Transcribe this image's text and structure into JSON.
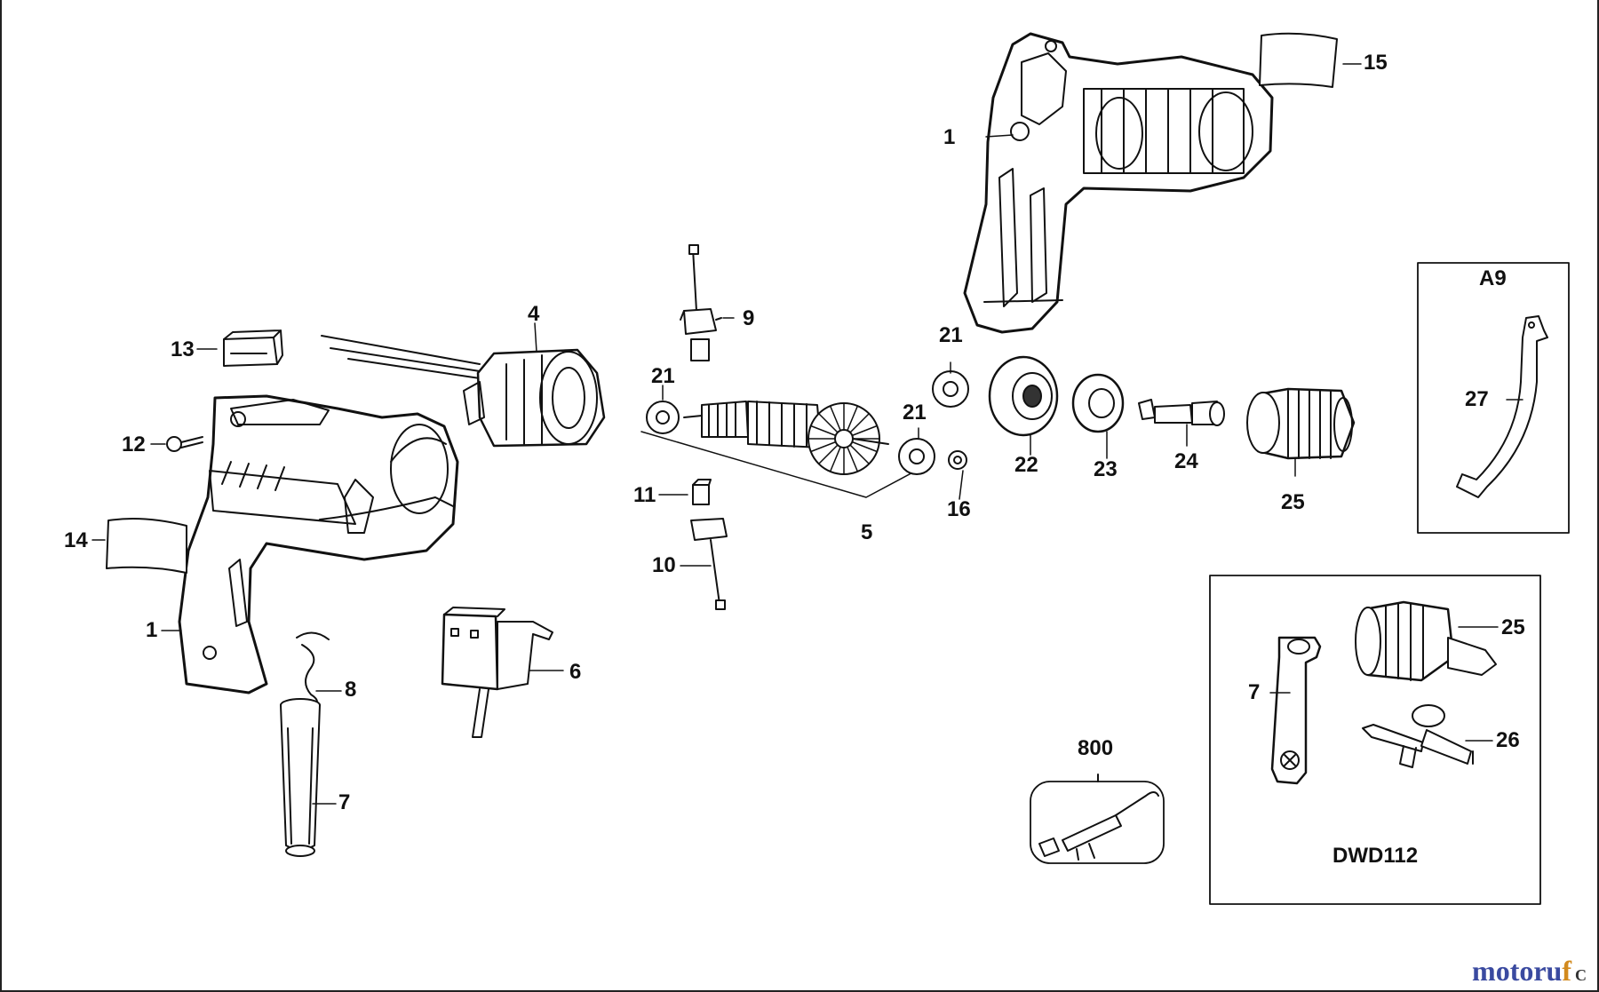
{
  "diagram": {
    "parts": [
      {
        "id": "p-1-right",
        "label": "1"
      },
      {
        "id": "p-15",
        "label": "15"
      },
      {
        "id": "p-4",
        "label": "4"
      },
      {
        "id": "p-9",
        "label": "9"
      },
      {
        "id": "p-13",
        "label": "13"
      },
      {
        "id": "p-21-a",
        "label": "21"
      },
      {
        "id": "p-21-b",
        "label": "21"
      },
      {
        "id": "p-21-c",
        "label": "21"
      },
      {
        "id": "p-12",
        "label": "12"
      },
      {
        "id": "p-14",
        "label": "14"
      },
      {
        "id": "p-1-left",
        "label": "1"
      },
      {
        "id": "p-11",
        "label": "11"
      },
      {
        "id": "p-10",
        "label": "10"
      },
      {
        "id": "p-5",
        "label": "5"
      },
      {
        "id": "p-16",
        "label": "16"
      },
      {
        "id": "p-22",
        "label": "22"
      },
      {
        "id": "p-23",
        "label": "23"
      },
      {
        "id": "p-24",
        "label": "24"
      },
      {
        "id": "p-25",
        "label": "25"
      },
      {
        "id": "p-8",
        "label": "8"
      },
      {
        "id": "p-7",
        "label": "7"
      },
      {
        "id": "p-6",
        "label": "6"
      },
      {
        "id": "p-800",
        "label": "800"
      }
    ],
    "box_a9": {
      "title": "A9",
      "parts": [
        {
          "id": "p-27",
          "label": "27"
        }
      ]
    },
    "box_dwd112": {
      "title": "DWD112",
      "parts": [
        {
          "id": "p-25-kit",
          "label": "25"
        },
        {
          "id": "p-7-kit",
          "label": "7"
        },
        {
          "id": "p-26",
          "label": "26"
        }
      ]
    }
  },
  "watermark": {
    "part1": "motoru",
    "part2": "f",
    "suffix": "C"
  }
}
